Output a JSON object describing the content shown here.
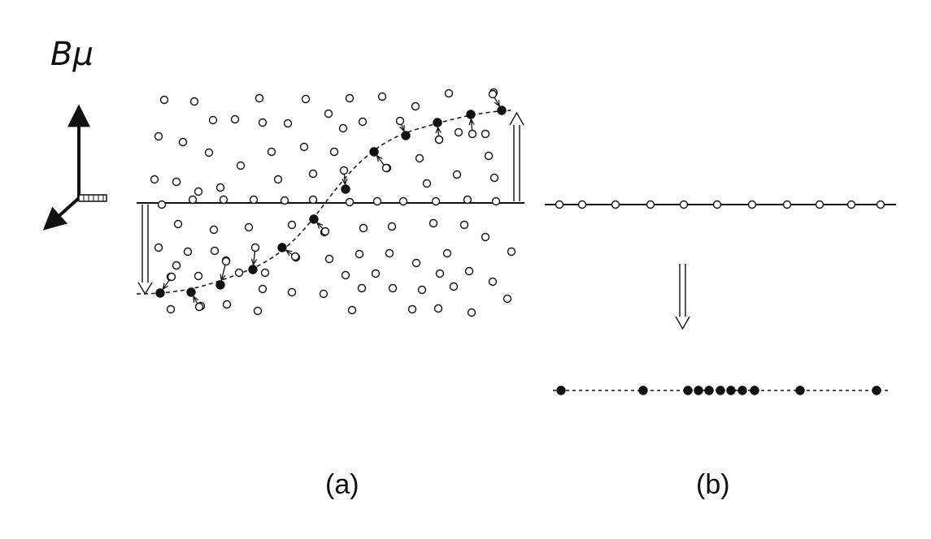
{
  "field_label": "Bμ",
  "panels": {
    "a": {
      "label": "(a)"
    },
    "b": {
      "label": "(b)"
    }
  },
  "colors": {
    "ink": "#111111",
    "open_dot_fill": "#ffffff",
    "filled_dot": "#111111"
  }
}
